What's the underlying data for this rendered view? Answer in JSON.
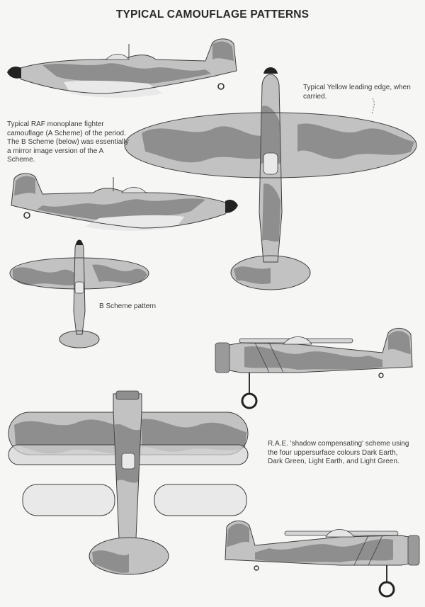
{
  "title": "TYPICAL CAMOUFLAGE PATTERNS",
  "captions": {
    "a_scheme": "Typical RAF monoplane fighter camouflage (A Scheme) of the period. The B Scheme (below) was essentially a mirror image version of the A Scheme.",
    "yellow_edge": "Typical Yellow leading edge, when carried.",
    "b_scheme": "B Scheme pattern",
    "rae": "R.A.E. 'shadow compensating' scheme using the four uppersurface colours Dark Earth, Dark Green, Light Earth, and Light Green."
  },
  "colors": {
    "background": "#f6f6f4",
    "light_camo": "#c2c2c2",
    "dark_camo": "#8e8e8e",
    "outline": "#3e3e3e"
  }
}
